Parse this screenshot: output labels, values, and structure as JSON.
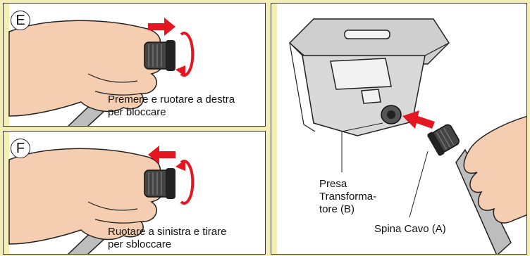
{
  "panel_e": {
    "badge": "E",
    "caption_line1": "Premere e ruotare a destra",
    "caption_line2": "per bloccare"
  },
  "panel_f": {
    "badge": "F",
    "caption_line1": "Ruotare a sinistra e tirare",
    "caption_line2": "per sbloccare"
  },
  "main": {
    "socket_label_line1": "Presa",
    "socket_label_line2": "Transforma-",
    "socket_label_line3": "tore (B)",
    "plug_label": "Spina Cavo (A)"
  },
  "colors": {
    "background": "#f6efb5",
    "arrow_red": "#e4161f",
    "skin": "#f5cdb0",
    "skin_shadow": "#d9a88a",
    "device": "#d9d9d9"
  }
}
